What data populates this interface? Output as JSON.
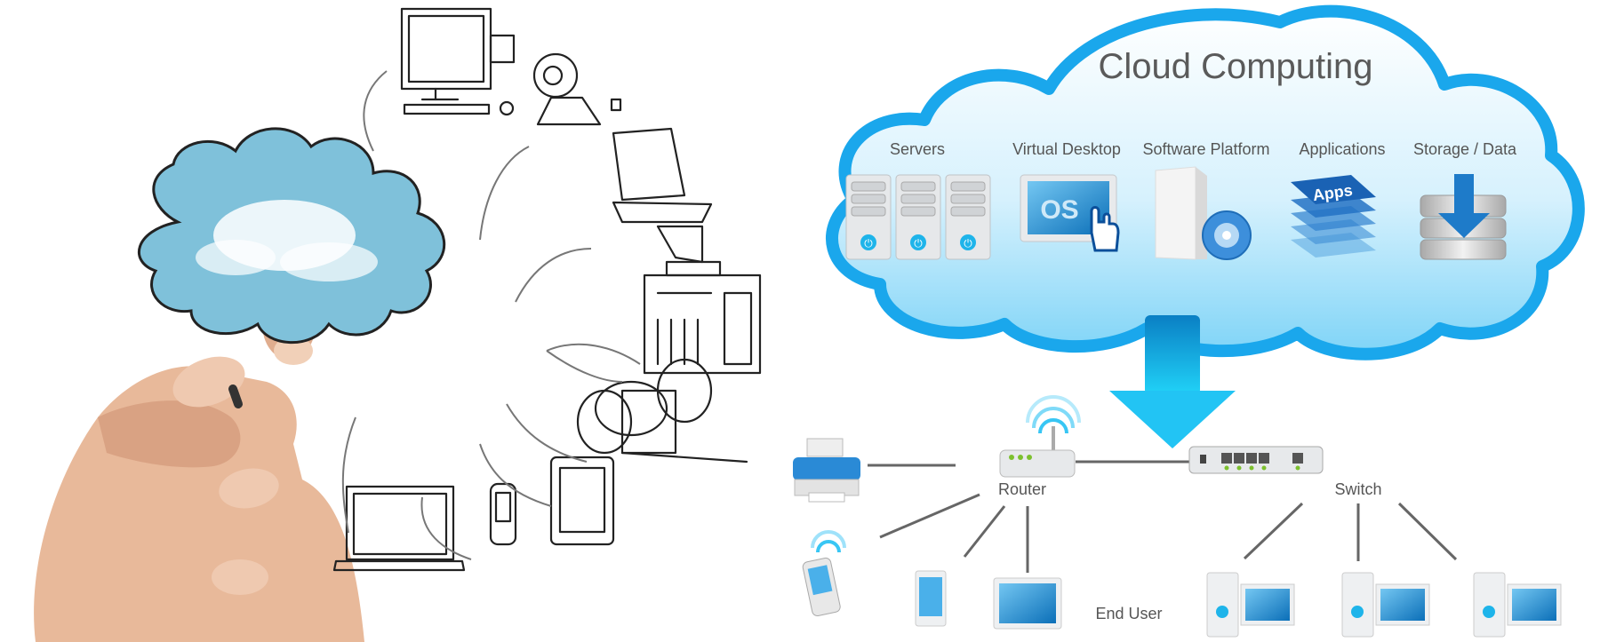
{
  "diagram": {
    "title": "Cloud Computing",
    "cloud_services": [
      {
        "label": "Servers",
        "icon": "server-rack-icon"
      },
      {
        "label": "Virtual Desktop",
        "icon": "os-monitor-icon",
        "badge": "OS"
      },
      {
        "label": "Software Platform",
        "icon": "software-box-icon"
      },
      {
        "label": "Applications",
        "icon": "apps-stack-icon",
        "badge": "Apps"
      },
      {
        "label": "Storage / Data",
        "icon": "database-download-icon"
      }
    ],
    "network": {
      "router_label": "Router",
      "switch_label": "Switch",
      "end_user_label": "End User"
    },
    "sketch": {
      "devices": [
        "desktop-computer",
        "webcam",
        "laptop",
        "server",
        "film-reel",
        "tablet",
        "phone",
        "laptop"
      ]
    },
    "colors": {
      "cloud_border": "#1aa7ec",
      "cloud_fill": "#bfe8fb",
      "arrow": "#22b8ee",
      "sketch_cloud": "#7fc1da",
      "text": "#555555"
    }
  }
}
